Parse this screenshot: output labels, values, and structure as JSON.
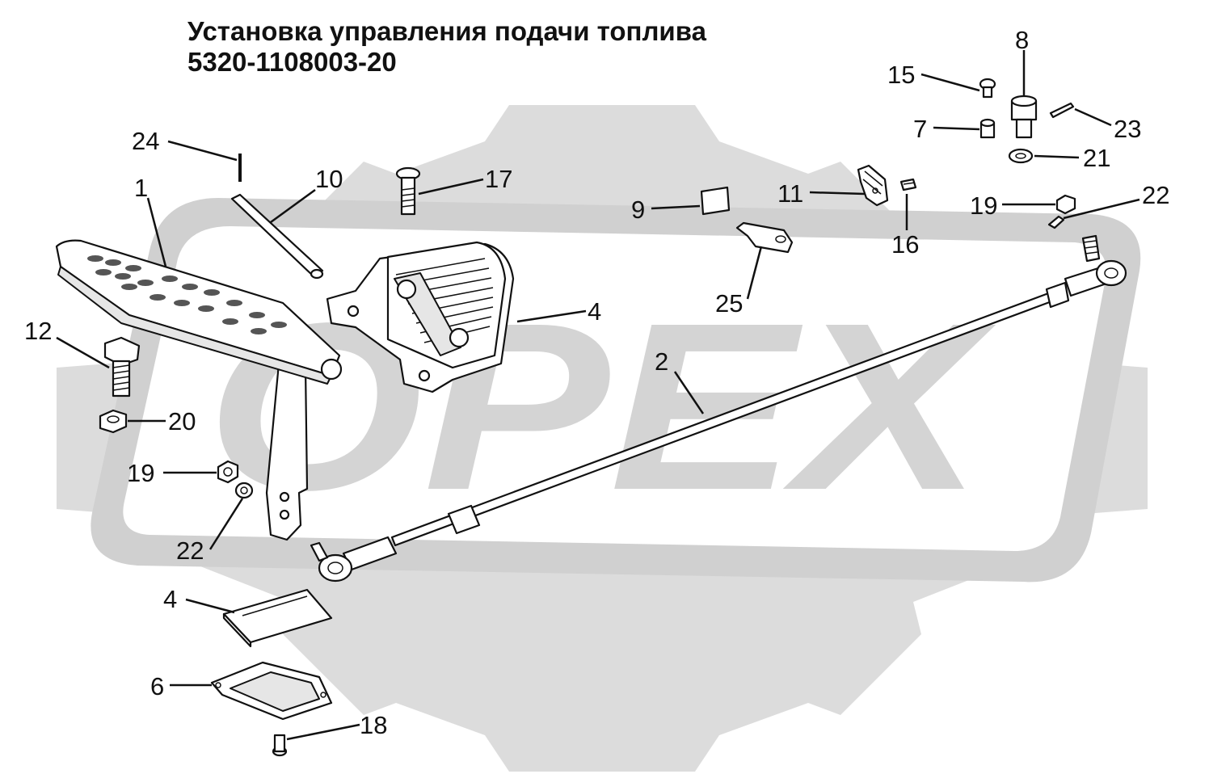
{
  "title": {
    "line1": "Установка управления подачи топлива",
    "line2": "5320-1108003-20"
  },
  "watermark": {
    "text": "OPEX",
    "color": "#d9d9d9"
  },
  "colors": {
    "ink": "#111111",
    "background": "#ffffff",
    "watermark": "#d9d9d9"
  },
  "callouts": [
    {
      "id": "c1",
      "text": "1"
    },
    {
      "id": "c2",
      "text": "2"
    },
    {
      "id": "c4a",
      "text": "4"
    },
    {
      "id": "c4b",
      "text": "4"
    },
    {
      "id": "c6",
      "text": "6"
    },
    {
      "id": "c7",
      "text": "7"
    },
    {
      "id": "c8",
      "text": "8"
    },
    {
      "id": "c9",
      "text": "9"
    },
    {
      "id": "c10",
      "text": "10"
    },
    {
      "id": "c11",
      "text": "11"
    },
    {
      "id": "c12",
      "text": "12"
    },
    {
      "id": "c15",
      "text": "15"
    },
    {
      "id": "c16",
      "text": "16"
    },
    {
      "id": "c17",
      "text": "17"
    },
    {
      "id": "c18",
      "text": "18"
    },
    {
      "id": "c19a",
      "text": "19"
    },
    {
      "id": "c19b",
      "text": "19"
    },
    {
      "id": "c20",
      "text": "20"
    },
    {
      "id": "c21",
      "text": "21"
    },
    {
      "id": "c22a",
      "text": "22"
    },
    {
      "id": "c22b",
      "text": "22"
    },
    {
      "id": "c23",
      "text": "23"
    },
    {
      "id": "c24",
      "text": "24"
    },
    {
      "id": "c25",
      "text": "25"
    }
  ]
}
